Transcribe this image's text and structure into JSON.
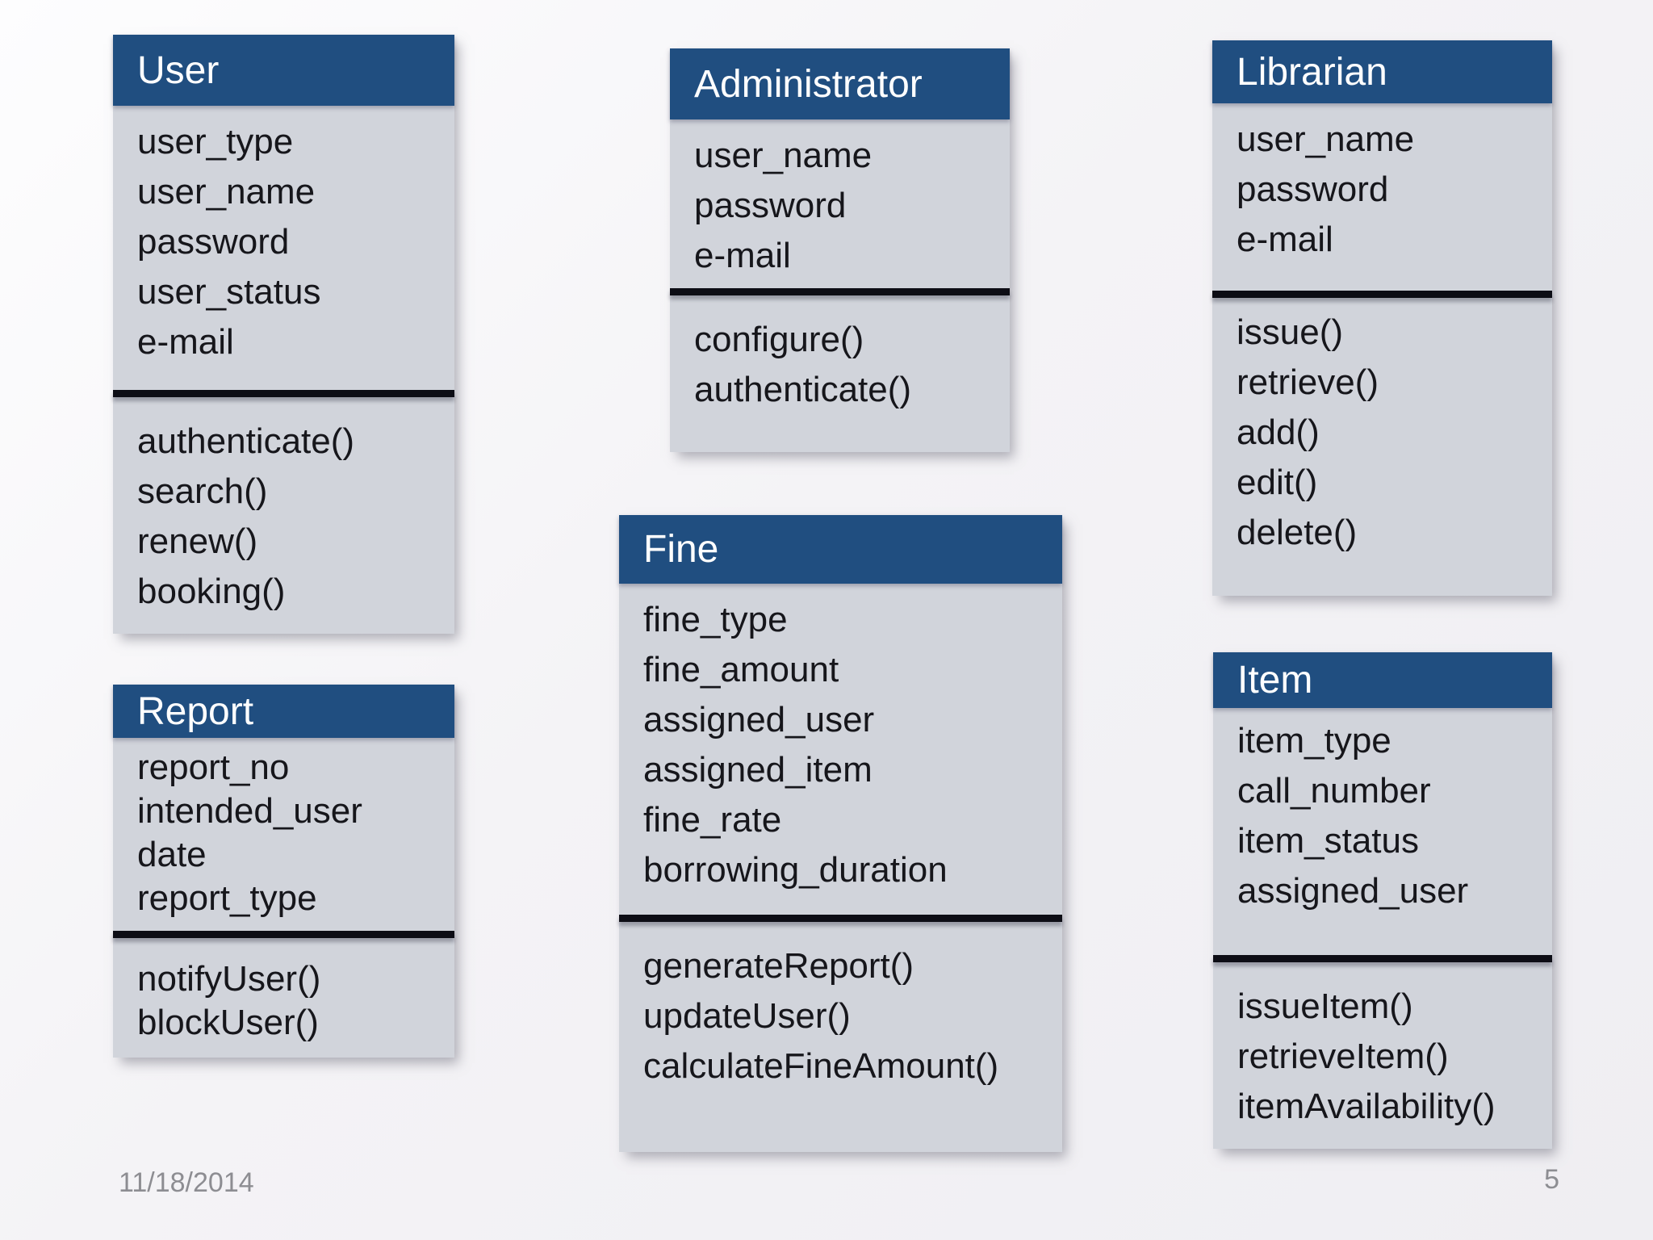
{
  "colors": {
    "header_bg": "#204e80",
    "header_text": "#ffffff",
    "body_bg": "#d1d4db",
    "body_text": "#16161b",
    "separator": "#0d0d15",
    "footer_text": "#8d8d92"
  },
  "classes": [
    {
      "title": "User",
      "attributes": [
        "user_type",
        "user_name",
        "password",
        "user_status",
        "e-mail"
      ],
      "methods": [
        "authenticate()",
        "search()",
        "renew()",
        "booking()"
      ]
    },
    {
      "title": "Administrator",
      "attributes": [
        "user_name",
        "password",
        "e-mail"
      ],
      "methods": [
        "configure()",
        "authenticate()"
      ]
    },
    {
      "title": "Librarian",
      "attributes": [
        "user_name",
        "password",
        "e-mail"
      ],
      "methods": [
        "issue()",
        "retrieve()",
        "add()",
        "edit()",
        "delete()"
      ]
    },
    {
      "title": "Report",
      "attributes": [
        "report_no",
        "intended_user",
        "date",
        "report_type"
      ],
      "methods": [
        "notifyUser()",
        "blockUser()"
      ]
    },
    {
      "title": "Fine",
      "attributes": [
        "fine_type",
        "fine_amount",
        "assigned_user",
        "assigned_item",
        "fine_rate",
        "borrowing_duration"
      ],
      "methods": [
        "generateReport()",
        "updateUser()",
        "calculateFineAmount()"
      ]
    },
    {
      "title": "Item",
      "attributes": [
        "item_type",
        "call_number",
        "item_status",
        "assigned_user"
      ],
      "methods": [
        "issueItem()",
        "retrieveItem()",
        "itemAvailability()"
      ]
    }
  ],
  "footer": {
    "date": "11/18/2014",
    "page_number": "5"
  }
}
